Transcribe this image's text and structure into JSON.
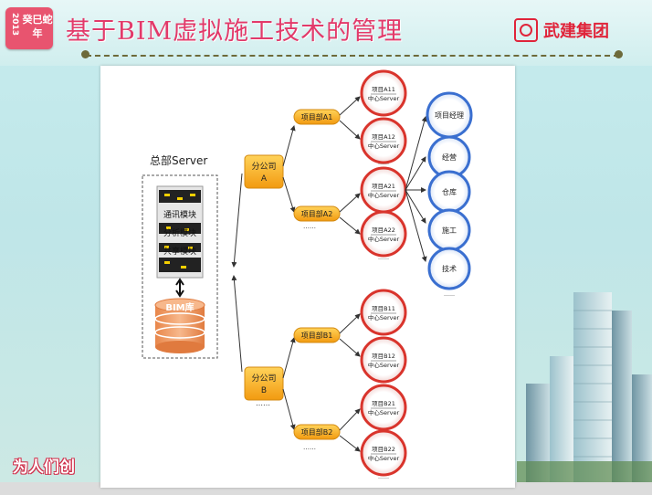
{
  "header": {
    "badge_year": "2013",
    "badge_text": "癸巳蛇年",
    "title": "基于BIM虚拟施工技术的管理",
    "logo_text": "武建集团"
  },
  "footer": {
    "slogan": "为人们创"
  },
  "diagram": {
    "hq_title": "总部Server",
    "modules": [
      "通讯模块",
      "分析模块",
      "共享模块"
    ],
    "bim_label": "BIM库",
    "branches": [
      {
        "label": "分公司\nA",
        "l1": "分公司",
        "l2": "A"
      },
      {
        "l1": "分公司",
        "l2": "B"
      }
    ],
    "depts": [
      "项目部A1",
      "项目部A2",
      "项目部B1",
      "项目部B2"
    ],
    "servers": [
      {
        "l1": "项目A11",
        "l2": "中心Server"
      },
      {
        "l1": "项目A12",
        "l2": "中心Server"
      },
      {
        "l1": "项目A21",
        "l2": "中心Server"
      },
      {
        "l1": "项目A22",
        "l2": "中心Server"
      },
      {
        "l1": "项目B11",
        "l2": "中心Server"
      },
      {
        "l1": "项目B12",
        "l2": "中心Server"
      },
      {
        "l1": "项目B21",
        "l2": "中心Server"
      },
      {
        "l1": "项目B22",
        "l2": "中心Server"
      }
    ],
    "roles": [
      "项目经理",
      "经营",
      "仓库",
      "施工",
      "技术"
    ],
    "ellipsis": "……",
    "colors": {
      "branch": "#f7b21b",
      "server_ring": "#d9342c",
      "role_ring": "#3a6fd0"
    }
  }
}
